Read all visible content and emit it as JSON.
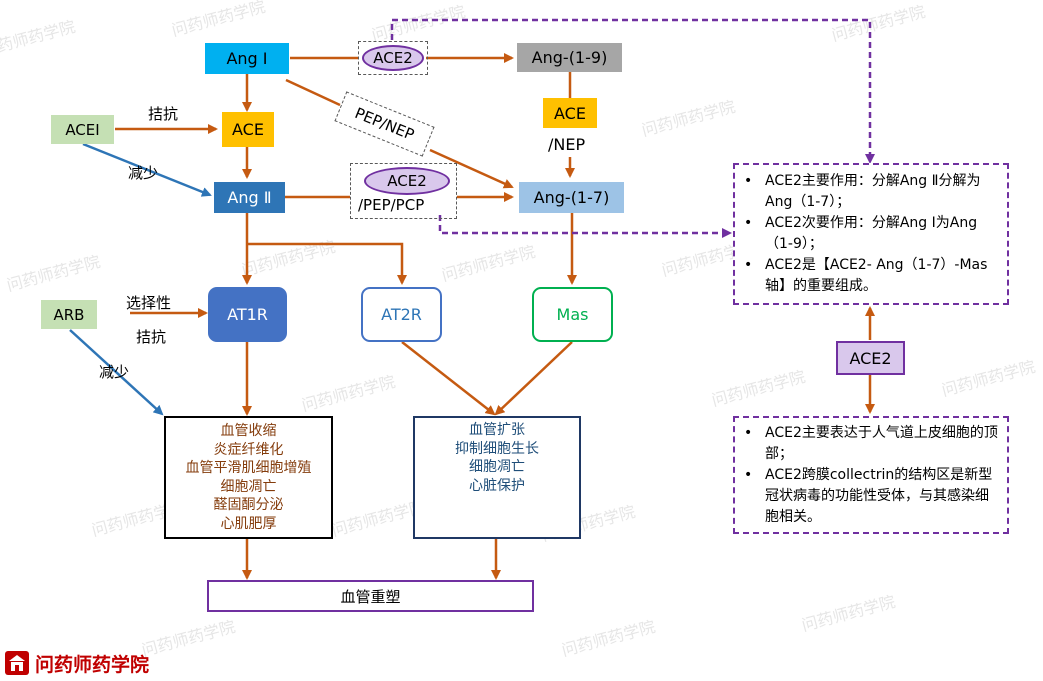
{
  "nodes": {
    "ang1": "Ang Ⅰ",
    "ace2_top": "ACE2",
    "ang19": "Ang-(1-9)",
    "ace_left": "ACE",
    "acei": "ACEI",
    "pep_nep": "PEP/NEP",
    "ace_mid": "ACE",
    "nep_mid": "/NEP",
    "ang2": "Ang Ⅱ",
    "ace2_mid": "ACE2",
    "pep_pcp": "/PEP/PCP",
    "ang17": "Ang-(1-7)",
    "arb": "ARB",
    "at1r": "AT1R",
    "at2r": "AT2R",
    "mas": "Mas",
    "ace2_right": "ACE2",
    "remodel": "血管重塑"
  },
  "labels": {
    "antagonize_1": "拮抗",
    "reduce_1": "减少",
    "selective": "选择性",
    "antagonize_2": "拮抗",
    "reduce_2": "减少"
  },
  "effects_at1r": [
    "血管收缩",
    "炎症纤维化",
    "血管平滑肌细胞增殖",
    "细胞凋亡",
    "醛固酮分泌",
    "心肌肥厚"
  ],
  "effects_protective": [
    "血管扩张",
    "抑制细胞生长",
    "细胞凋亡",
    "心脏保护"
  ],
  "notes_top": [
    "ACE2主要作用：分解Ang Ⅱ分解为Ang（1-7）；",
    "ACE2次要作用：分解Ang Ⅰ为Ang（1-9）；",
    "ACE2是【ACE2- Ang（1-7）-Mas轴】的重要组成。"
  ],
  "notes_bottom": [
    "ACE2主要表达于人气道上皮细胞的顶部；",
    "ACE2跨膜collectrin的结构区是新型冠状病毒的功能性受体，与其感染细胞相关。"
  ],
  "logo": {
    "text": "问药师药学院"
  },
  "watermark": "问药师药学院",
  "colors": {
    "arrow": "#c55a11",
    "dashed_purple": "#7030a0",
    "cyan": "#00b0f0",
    "gray": "#a6a6a6",
    "gold": "#ffc000",
    "green_light": "#c5e0b4",
    "blue_dark": "#2e75b6",
    "light_blue": "#9dc3e6",
    "at1r_blue": "#4472c4",
    "mas_green": "#00b050",
    "lavender": "#d9c8ec",
    "effect_text": "#843c0c",
    "protective_text": "#1f4e79",
    "logo_red": "#c00000"
  }
}
